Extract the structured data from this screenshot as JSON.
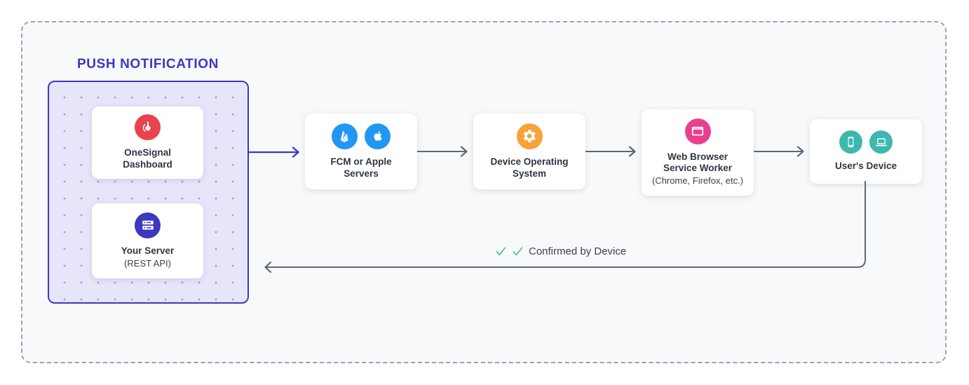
{
  "diagram": {
    "title": "PUSH NOTIFICATION",
    "accent_color": "#3c38bf",
    "frame_border_color": "#9aa3ae",
    "frame_background": "#f8f9fb",
    "group_background": "#e7e5fa",
    "arrow_primary_color": "#3c38bf",
    "arrow_secondary_color": "#5c6878"
  },
  "group": {
    "name": "sources-group",
    "nodes": [
      {
        "id": "onesignal-dashboard",
        "label": "OneSignal\nDashboard",
        "sublabel": "",
        "icons": [
          {
            "name": "onesignal-logo-icon",
            "color": "#e8434f"
          }
        ]
      },
      {
        "id": "your-server",
        "label": "Your Server",
        "sublabel": "(REST API)",
        "icons": [
          {
            "name": "server-rack-icon",
            "color": "#3c38bf"
          }
        ]
      }
    ]
  },
  "pipeline": [
    {
      "id": "fcm-apple-servers",
      "label": "FCM or Apple\nServers",
      "sublabel": "",
      "icons": [
        {
          "name": "firebase-flame-icon",
          "color": "#2196f3"
        },
        {
          "name": "apple-logo-icon",
          "color": "#2196f3"
        }
      ]
    },
    {
      "id": "device-operating-system",
      "label": "Device Operating\nSystem",
      "sublabel": "",
      "icons": [
        {
          "name": "gear-icon",
          "color": "#f8a238"
        }
      ]
    },
    {
      "id": "web-browser-service-worker",
      "label": "Web Browser\nService Worker",
      "sublabel": "(Chrome, Firefox, etc.)",
      "icons": [
        {
          "name": "browser-window-icon",
          "color": "#e8408f"
        }
      ]
    },
    {
      "id": "users-device",
      "label": "User's Device",
      "sublabel": "",
      "icons": [
        {
          "name": "mobile-phone-icon",
          "color": "#3cb8ae"
        },
        {
          "name": "laptop-icon",
          "color": "#3cb8ae"
        }
      ]
    }
  ],
  "feedback": {
    "text": "Confirmed by Device",
    "check_color": "#3ec16f",
    "check_count": 2
  }
}
